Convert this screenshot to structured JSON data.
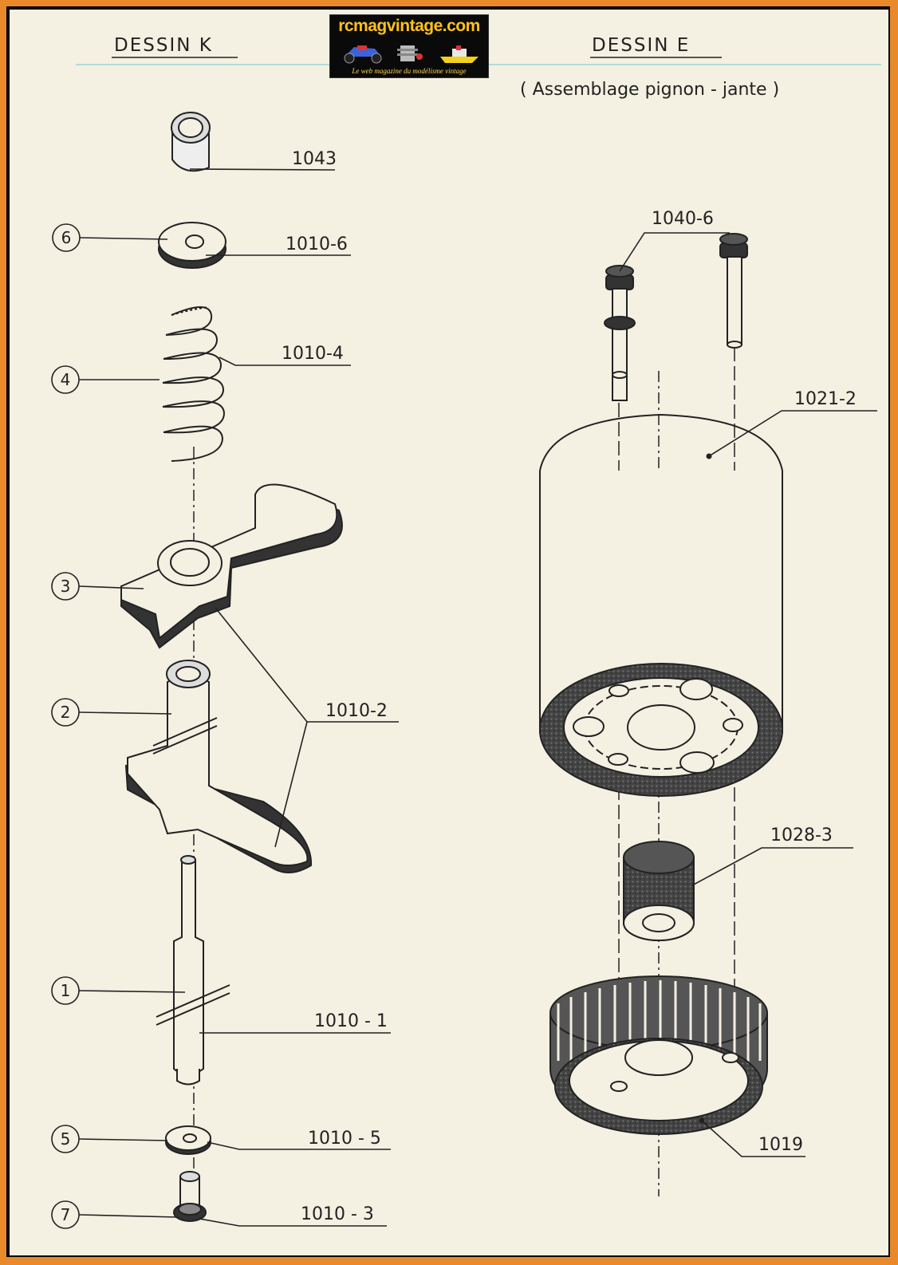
{
  "header": {
    "left_title": "DESSIN K",
    "right_title": "DESSIN E",
    "right_subtitle": "( Assemblage pignon - jante )"
  },
  "logo": {
    "title": "rcmagvintage.com",
    "tagline": "Le web magazine du modélisme vintage"
  },
  "drawing_k": {
    "part_labels": [
      "1043",
      "1010-6",
      "1010-4",
      "1010-2",
      "1010 - 1",
      "1010 - 5",
      "1010 - 3"
    ],
    "callout_numbers": [
      "6",
      "4",
      "3",
      "2",
      "1",
      "5",
      "7"
    ]
  },
  "drawing_e": {
    "part_labels": [
      "1040-6",
      "1021-2",
      "1028-3",
      "1019"
    ]
  }
}
